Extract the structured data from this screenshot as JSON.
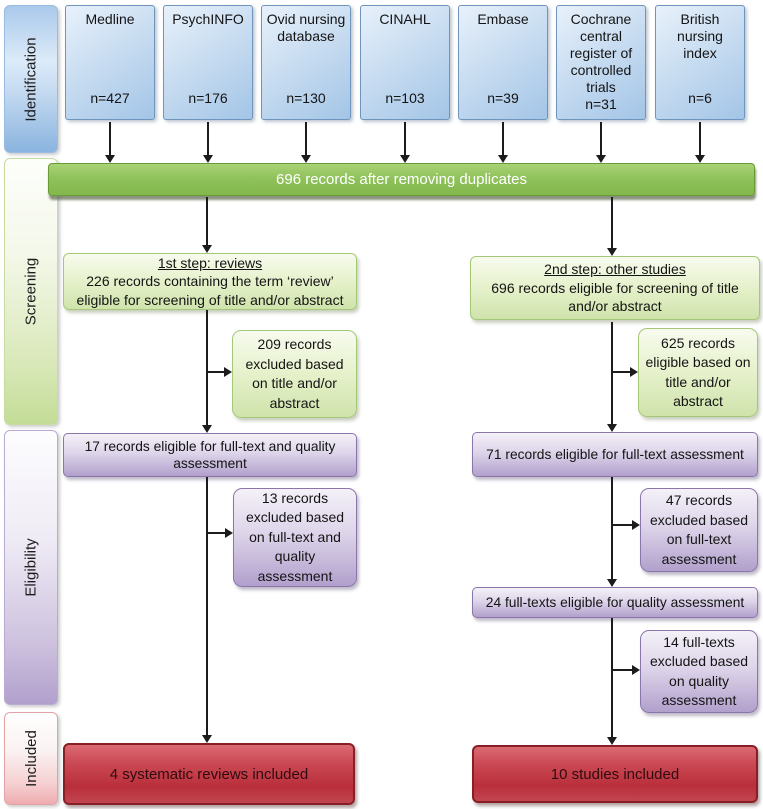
{
  "sidebar": {
    "stages": [
      {
        "label": "Identification"
      },
      {
        "label": "Screening"
      },
      {
        "label": "Eligibility"
      },
      {
        "label": "Included"
      }
    ]
  },
  "sources": [
    {
      "name": "Medline",
      "count": "n=427"
    },
    {
      "name": "PsychINFO",
      "count": "n=176"
    },
    {
      "name": "Ovid nursing database",
      "count": "n=130"
    },
    {
      "name": "CINAHL",
      "count": "n=103"
    },
    {
      "name": "Embase",
      "count": "n=39"
    },
    {
      "name": "Cochrane central register of controlled trials",
      "count": "n=31"
    },
    {
      "name": "British nursing index",
      "count": "n=6"
    }
  ],
  "dedup_bar": {
    "label": "696 records after removing duplicates"
  },
  "left_branch": {
    "step_box": {
      "header": "1st step: reviews",
      "body": "226 records containing the term ‘review’ eligible for screening of title and/or abstract"
    },
    "excluded_screening_box": {
      "label": "209 records excluded based on title and/or abstract"
    },
    "fulltext_bar": {
      "label": "17 records eligible for full-text and quality assessment"
    },
    "excluded_fulltext_box": {
      "label": "13 records excluded based on full-text and quality assessment"
    },
    "included_bar": {
      "label": "4 systematic reviews included"
    }
  },
  "right_branch": {
    "step_box": {
      "header": "2nd step: other studies",
      "body": "696 records eligible for screening of title and/or abstract"
    },
    "screening_result_box": {
      "label": "625 records eligible based on title and/or abstract"
    },
    "fulltext_bar": {
      "label": "71 records eligible for full-text assessment"
    },
    "excluded_fulltext_box": {
      "label": "47 records excluded based on full-text assessment"
    },
    "quality_bar": {
      "label": "24 full-texts eligible for quality assessment"
    },
    "excluded_quality_box": {
      "label": "14 full-texts excluded based on quality assessment"
    },
    "included_bar": {
      "label": "10 studies included"
    }
  },
  "colors": {
    "identification_blue": "#a3c5e7",
    "screening_green_bar": "#8abf4e",
    "screening_light_green": "#dcebbd",
    "eligibility_purple": "#b1a0cc",
    "included_red": "#c23743",
    "arrow_black": "#1c1c1c"
  }
}
